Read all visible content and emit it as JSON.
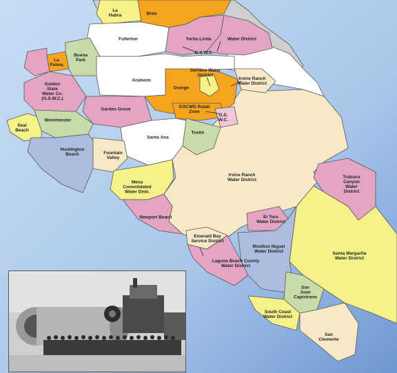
{
  "colors": {
    "ocean_light": "#bcd6f2",
    "ocean_dark": "#8fb4e0",
    "irvine_ranch": "#f7e9c8",
    "pink": "#e4a4c4",
    "light_pink": "#f0c6d8",
    "yellow": "#f5f28a",
    "green": "#c8dcaa",
    "blue": "#aebcdf",
    "orange": "#f5a41e",
    "white": "#ffffff",
    "gray": "#cfcfcf",
    "boundary": "#555555"
  },
  "regions": [
    {
      "id": "la-habra",
      "label": "La\nHabra",
      "fill": "yellow"
    },
    {
      "id": "brea",
      "label": "Brea",
      "fill": "orange"
    },
    {
      "id": "fullerton",
      "label": "Fullerton",
      "fill": "white"
    },
    {
      "id": "yorba-linda",
      "label": "Yorba Linda",
      "fill": "pink"
    },
    {
      "id": "yorba-linda-water",
      "label": "Water  District",
      "fill": "pink"
    },
    {
      "id": "gswc-north",
      "label": "G.S.W.C.",
      "fill": "light_pink"
    },
    {
      "id": "la-palma",
      "label": "La\nPalma",
      "fill": "orange"
    },
    {
      "id": "buena-park",
      "label": "Buena\nPark",
      "fill": "green"
    },
    {
      "id": "anaheim",
      "label": "Anaheim",
      "fill": "white"
    },
    {
      "id": "serrano",
      "label": "Serrano Water\nDistrict",
      "fill": "yellow"
    },
    {
      "id": "irvine-ranch-north",
      "label": "Irvine Ranch\nWater District",
      "fill": "irvine_ranch"
    },
    {
      "id": "orange",
      "label": "Orange",
      "fill": "orange"
    },
    {
      "id": "golden-state",
      "label": "Golden\nState\nWater Co.\n(G.S.W.C.)",
      "fill": "pink"
    },
    {
      "id": "garden-grove",
      "label": "Garden Grove",
      "fill": "pink"
    },
    {
      "id": "eocwd",
      "label": "EOCWD Retail\nZone",
      "fill": "orange"
    },
    {
      "id": "gswc-tustin",
      "label": "G.S.\nW.C.",
      "fill": "light_pink"
    },
    {
      "id": "seal-beach",
      "label": "Seal\nBeach",
      "fill": "yellow"
    },
    {
      "id": "westminster",
      "label": "Westminster",
      "fill": "green"
    },
    {
      "id": "tustin",
      "label": "Tustin",
      "fill": "green"
    },
    {
      "id": "santa-ana",
      "label": "Santa Ana",
      "fill": "white"
    },
    {
      "id": "huntington-beach",
      "label": "Huntington\nBeach",
      "fill": "blue"
    },
    {
      "id": "fountain-valley",
      "label": "Fountain\nValley",
      "fill": "irvine_ranch"
    },
    {
      "id": "irvine-ranch",
      "label": "Irvine Ranch\nWater District",
      "fill": "irvine_ranch"
    },
    {
      "id": "trabuco",
      "label": "Trabuco\nCanyon\nWater\nDistrict",
      "fill": "pink"
    },
    {
      "id": "mesa",
      "label": "Mesa\nConsolidated\nWater Distr.",
      "fill": "yellow"
    },
    {
      "id": "newport-beach",
      "label": "Newport Beach",
      "fill": "pink"
    },
    {
      "id": "el-toro",
      "label": "El Toro\nWater District",
      "fill": "pink"
    },
    {
      "id": "emerald-bay",
      "label": "Emerald Bay\nService District",
      "fill": "irvine_ranch"
    },
    {
      "id": "santa-margarita",
      "label": "Santa Margarita\nWater District",
      "fill": "yellow"
    },
    {
      "id": "moulton-niguel",
      "label": "Moulton Niguel\nWater District",
      "fill": "blue"
    },
    {
      "id": "laguna-beach",
      "label": "Laguna Beach County\nWater District",
      "fill": "pink"
    },
    {
      "id": "san-juan",
      "label": "San\nJuan\nCapistrano",
      "fill": "green"
    },
    {
      "id": "south-coast",
      "label": "South Coast\nWater District",
      "fill": "yellow"
    },
    {
      "id": "san-clemente",
      "label": "San\nClemente",
      "fill": "irvine_ranch"
    }
  ]
}
